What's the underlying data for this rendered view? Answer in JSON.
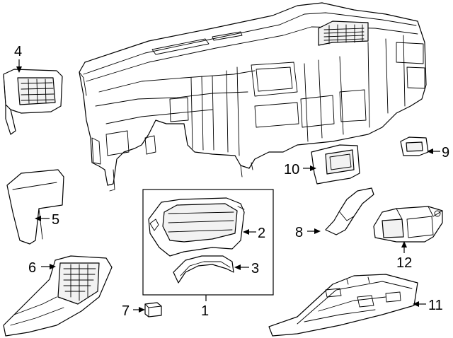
{
  "diagram": {
    "callouts": [
      {
        "id": "label-1",
        "text": "1"
      },
      {
        "id": "label-2",
        "text": "2"
      },
      {
        "id": "label-3",
        "text": "3"
      },
      {
        "id": "label-4",
        "text": "4"
      },
      {
        "id": "label-5",
        "text": "5"
      },
      {
        "id": "label-6",
        "text": "6"
      },
      {
        "id": "label-7",
        "text": "7"
      },
      {
        "id": "label-8",
        "text": "8"
      },
      {
        "id": "label-9",
        "text": "9"
      },
      {
        "id": "label-10",
        "text": "10"
      },
      {
        "id": "label-11",
        "text": "11"
      },
      {
        "id": "label-12",
        "text": "12"
      }
    ]
  }
}
